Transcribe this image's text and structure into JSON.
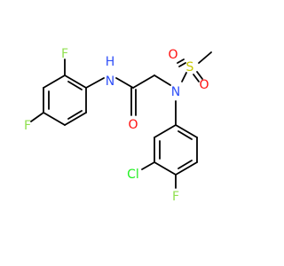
{
  "colors": {
    "background": "#ffffff",
    "bond": "#000000",
    "F": "#90e050",
    "N": "#3050f8",
    "O": "#ff0d0d",
    "S": "#c8c800",
    "Cl": "#1ff01f",
    "H": "#3050f8"
  },
  "labels": {
    "f_ortho": "F",
    "f_para": "F",
    "nh_n": "N",
    "nh_h": "H",
    "o_carbonyl": "O",
    "n_sulfonamide": "N",
    "s": "S",
    "o_sulfonyl_left": "O",
    "o_sulfonyl_right": "O",
    "cl": "Cl",
    "f_lower": "F"
  }
}
